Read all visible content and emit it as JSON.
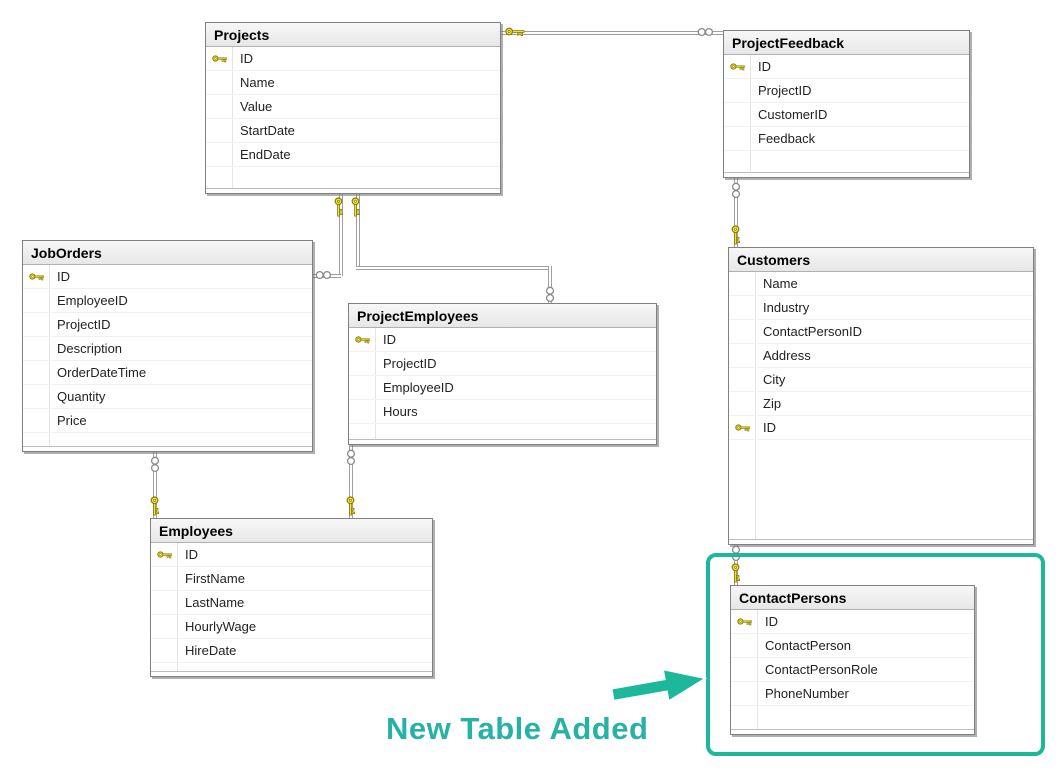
{
  "tables": [
    {
      "name": "Projects",
      "columns": [
        {
          "name": "ID",
          "primary_key": true
        },
        {
          "name": "Name",
          "primary_key": false
        },
        {
          "name": "Value",
          "primary_key": false
        },
        {
          "name": "StartDate",
          "primary_key": false
        },
        {
          "name": "EndDate",
          "primary_key": false
        }
      ]
    },
    {
      "name": "ProjectFeedback",
      "columns": [
        {
          "name": "ID",
          "primary_key": true
        },
        {
          "name": "ProjectID",
          "primary_key": false
        },
        {
          "name": "CustomerID",
          "primary_key": false
        },
        {
          "name": "Feedback",
          "primary_key": false
        }
      ]
    },
    {
      "name": "JobOrders",
      "columns": [
        {
          "name": "ID",
          "primary_key": true
        },
        {
          "name": "EmployeeID",
          "primary_key": false
        },
        {
          "name": "ProjectID",
          "primary_key": false
        },
        {
          "name": "Description",
          "primary_key": false
        },
        {
          "name": "OrderDateTime",
          "primary_key": false
        },
        {
          "name": "Quantity",
          "primary_key": false
        },
        {
          "name": "Price",
          "primary_key": false
        }
      ]
    },
    {
      "name": "ProjectEmployees",
      "columns": [
        {
          "name": "ID",
          "primary_key": true
        },
        {
          "name": "ProjectID",
          "primary_key": false
        },
        {
          "name": "EmployeeID",
          "primary_key": false
        },
        {
          "name": "Hours",
          "primary_key": false
        }
      ]
    },
    {
      "name": "Customers",
      "columns": [
        {
          "name": "Name",
          "primary_key": false
        },
        {
          "name": "Industry",
          "primary_key": false
        },
        {
          "name": "ContactPersonID",
          "primary_key": false
        },
        {
          "name": "Address",
          "primary_key": false
        },
        {
          "name": "City",
          "primary_key": false
        },
        {
          "name": "Zip",
          "primary_key": false
        },
        {
          "name": "ID",
          "primary_key": true
        }
      ]
    },
    {
      "name": "Employees",
      "columns": [
        {
          "name": "ID",
          "primary_key": true
        },
        {
          "name": "FirstName",
          "primary_key": false
        },
        {
          "name": "LastName",
          "primary_key": false
        },
        {
          "name": "HourlyWage",
          "primary_key": false
        },
        {
          "name": "HireDate",
          "primary_key": false
        }
      ]
    },
    {
      "name": "ContactPersons",
      "columns": [
        {
          "name": "ID",
          "primary_key": true
        },
        {
          "name": "ContactPerson",
          "primary_key": false
        },
        {
          "name": "ContactPersonRole",
          "primary_key": false
        },
        {
          "name": "PhoneNumber",
          "primary_key": false
        }
      ]
    }
  ],
  "relationships": [
    {
      "one_side": "Projects",
      "many_side": "ProjectFeedback"
    },
    {
      "one_side": "Projects",
      "many_side": "JobOrders"
    },
    {
      "one_side": "Projects",
      "many_side": "ProjectEmployees"
    },
    {
      "one_side": "Employees",
      "many_side": "JobOrders"
    },
    {
      "one_side": "Employees",
      "many_side": "ProjectEmployees"
    },
    {
      "one_side": "Customers",
      "many_side": "ProjectFeedback"
    },
    {
      "one_side": "ContactPersons",
      "many_side": "Customers"
    }
  ],
  "annotation": {
    "label": "New Table Added",
    "highlighted_table": "ContactPersons"
  },
  "icons": {
    "primary_key": "key-icon",
    "relationship_one_side": "key-icon",
    "relationship_many_side": "infinity-icon"
  },
  "colors": {
    "highlight": "#1db89b",
    "annotation_text": "#28b2a6",
    "key_icon": "#f2e33c",
    "connector_line": "#9f9f9f"
  }
}
